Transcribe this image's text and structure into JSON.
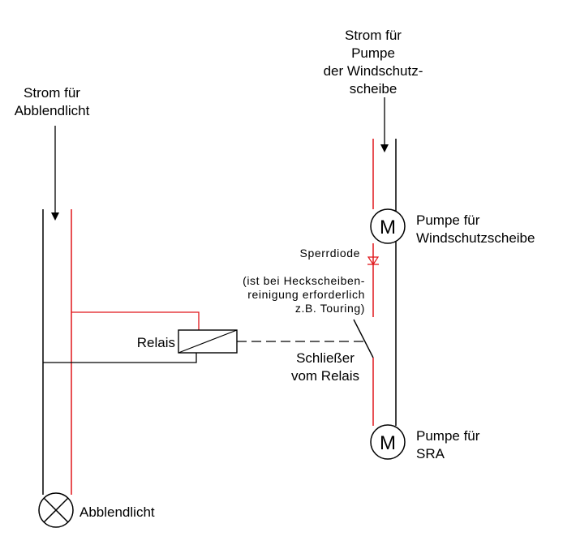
{
  "labels": {
    "strom_abblend_1": "Strom für",
    "strom_abblend_2": "Abblendlicht",
    "strom_pumpe_1": "Strom für",
    "strom_pumpe_2": "Pumpe",
    "strom_pumpe_3": "der Windschutz-",
    "strom_pumpe_4": "scheibe",
    "pumpe_ws_1": "Pumpe für",
    "pumpe_ws_2": "Windschutzscheibe",
    "sperrdiode": "Sperrdiode",
    "note_1": "(ist bei Heckscheiben-",
    "note_2": "reinigung erforderlich",
    "note_3": "z.B. Touring)",
    "relais": "Relais",
    "schliesser_1": "Schließer",
    "schliesser_2": "vom Relais",
    "pumpe_sra_1": "Pumpe für",
    "pumpe_sra_2": "SRA",
    "abblendlicht": "Abblendlicht",
    "motor_letter_1": "M",
    "motor_letter_2": "M"
  },
  "colors": {
    "wire_black": "#000000",
    "wire_red": "#e0161a",
    "symbol_red": "#e0161a"
  }
}
